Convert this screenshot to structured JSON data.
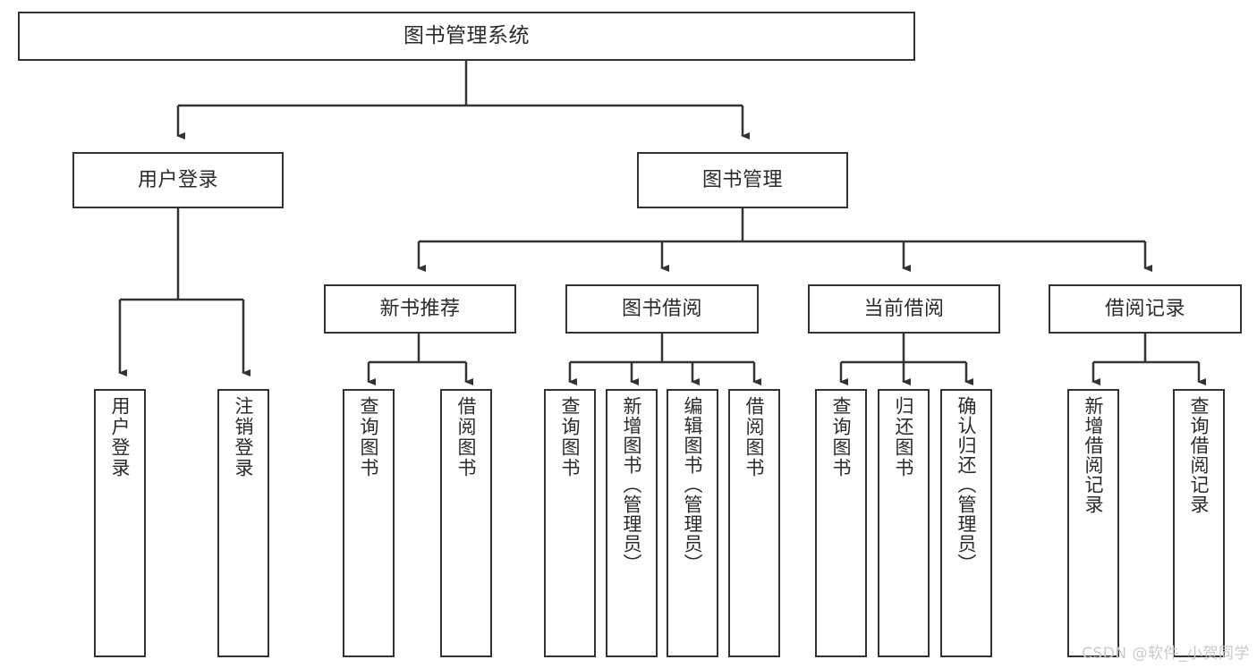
{
  "diagram": {
    "title": "图书管理系统",
    "type": "tree-hierarchy-chart",
    "edge_color": "#333333",
    "box_border_color": "#333333",
    "box_fill_color": "#ffffff",
    "text_color": "#2b2b2b"
  },
  "root": {
    "label": "图书管理系统"
  },
  "level2": [
    {
      "label": "用户登录"
    },
    {
      "label": "图书管理"
    }
  ],
  "level3": [
    {
      "label": "新书推荐"
    },
    {
      "label": "图书借阅"
    },
    {
      "label": "当前借阅"
    },
    {
      "label": "借阅记录"
    }
  ],
  "leaves": {
    "user_login": [
      {
        "label": "用户登录"
      },
      {
        "label": "注销登录"
      }
    ],
    "new_book_recommend": [
      {
        "label": "查询图书"
      },
      {
        "label": "借阅图书"
      }
    ],
    "book_borrow": [
      {
        "label": "查询图书"
      },
      {
        "label": "新增图书（管理员）"
      },
      {
        "label": "编辑图书（管理员）"
      },
      {
        "label": "借阅图书"
      }
    ],
    "current_borrow": [
      {
        "label": "查询图书"
      },
      {
        "label": "归还图书"
      },
      {
        "label": "确认归还（管理员）"
      }
    ],
    "borrow_record": [
      {
        "label": "新增借阅记录"
      },
      {
        "label": "查询借阅记录"
      }
    ]
  },
  "watermark": {
    "text": "CSDN @软件_小贺同学",
    "color": "#c9c9c9"
  }
}
